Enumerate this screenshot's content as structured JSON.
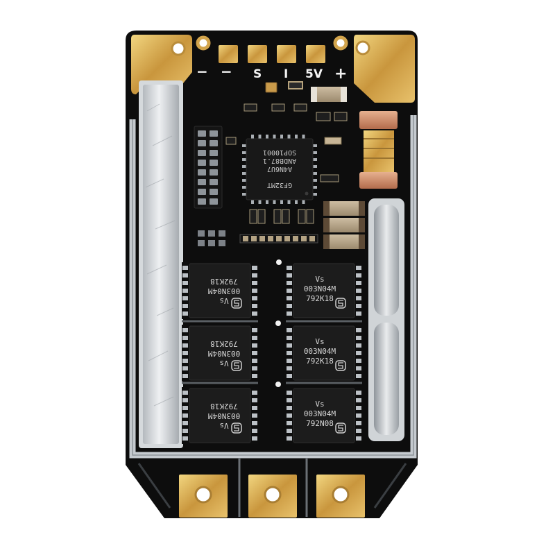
{
  "silkscreen": {
    "minus_a": "−",
    "minus_b": "−",
    "signal": "S",
    "current": "I",
    "supply": "5V",
    "plus": "+"
  },
  "mcu": {
    "line1": "SOP10001",
    "line2": "ANDB87.1",
    "line3": "A4N6U7",
    "line4": "GF32MT"
  },
  "mosfets": [
    {
      "line1": "Vs",
      "line2": "003N04M",
      "line3": "792K18"
    },
    {
      "line1": "Vs",
      "line2": "003N04M",
      "line3": "792K18"
    },
    {
      "line1": "Vs",
      "line2": "003N04M",
      "line3": "792K18"
    },
    {
      "line1": "Vs",
      "line2": "003N04M",
      "line3": "792K18"
    },
    {
      "line1": "Vs",
      "line2": "003N04M",
      "line3": "792K18"
    },
    {
      "line1": "Vs",
      "line2": "003N04M",
      "line3": "792N08"
    }
  ],
  "colors": {
    "background": "#ffffff",
    "pcb": "#0d0d0d",
    "gold": "#d6ad55",
    "silver": "#cfd3d6",
    "silkscreen": "#f2f2f2"
  }
}
